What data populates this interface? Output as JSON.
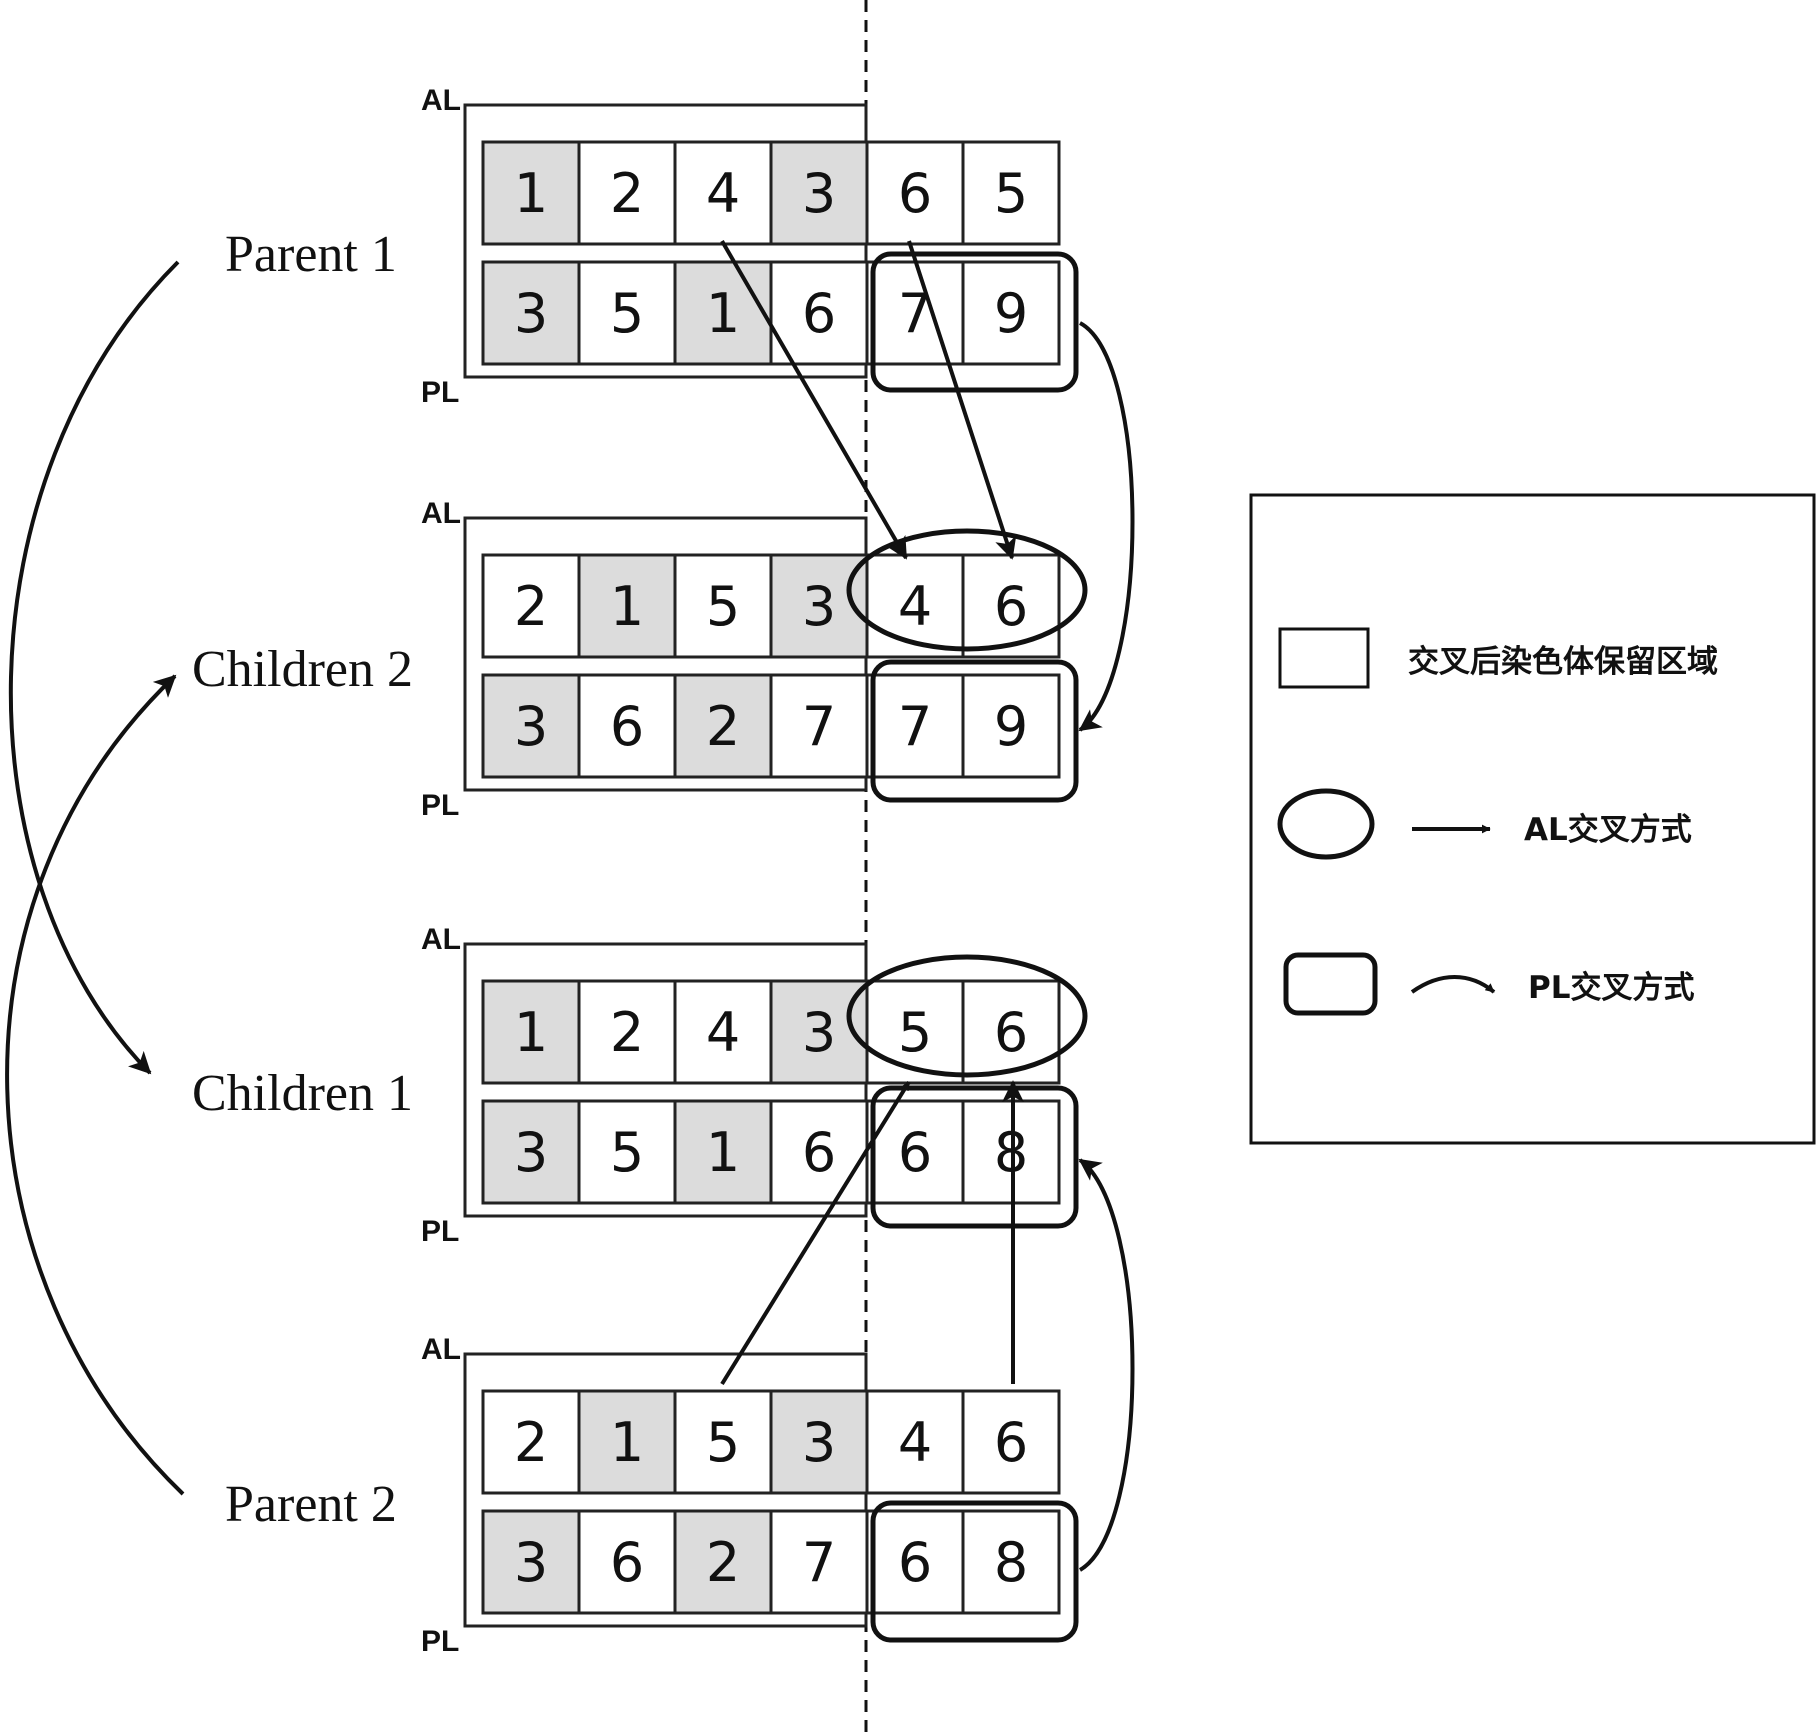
{
  "groups": [
    {
      "id": "parent-1",
      "label": "Parent 1",
      "al_label": "AL",
      "pl_label": "PL",
      "al": [
        {
          "v": "1",
          "shaded": true
        },
        {
          "v": "2",
          "shaded": false
        },
        {
          "v": "4",
          "shaded": false
        },
        {
          "v": "3",
          "shaded": true
        },
        {
          "v": "6",
          "shaded": false
        },
        {
          "v": "5",
          "shaded": false
        }
      ],
      "pl": [
        {
          "v": "3",
          "shaded": true
        },
        {
          "v": "5",
          "shaded": false
        },
        {
          "v": "1",
          "shaded": true
        },
        {
          "v": "6",
          "shaded": false
        },
        {
          "v": "7",
          "shaded": false
        },
        {
          "v": "9",
          "shaded": false
        }
      ]
    },
    {
      "id": "children-2",
      "label": "Children 2",
      "al_label": "AL",
      "pl_label": "PL",
      "al": [
        {
          "v": "2",
          "shaded": false
        },
        {
          "v": "1",
          "shaded": true
        },
        {
          "v": "5",
          "shaded": false
        },
        {
          "v": "3",
          "shaded": true
        },
        {
          "v": "4",
          "shaded": false
        },
        {
          "v": "6",
          "shaded": false
        }
      ],
      "pl": [
        {
          "v": "3",
          "shaded": true
        },
        {
          "v": "6",
          "shaded": false
        },
        {
          "v": "2",
          "shaded": true
        },
        {
          "v": "7",
          "shaded": false
        },
        {
          "v": "7",
          "shaded": false
        },
        {
          "v": "9",
          "shaded": false
        }
      ]
    },
    {
      "id": "children-1",
      "label": "Children 1",
      "al_label": "AL",
      "pl_label": "PL",
      "al": [
        {
          "v": "1",
          "shaded": true
        },
        {
          "v": "2",
          "shaded": false
        },
        {
          "v": "4",
          "shaded": false
        },
        {
          "v": "3",
          "shaded": true
        },
        {
          "v": "5",
          "shaded": false
        },
        {
          "v": "6",
          "shaded": false
        }
      ],
      "pl": [
        {
          "v": "3",
          "shaded": true
        },
        {
          "v": "5",
          "shaded": false
        },
        {
          "v": "1",
          "shaded": true
        },
        {
          "v": "6",
          "shaded": false
        },
        {
          "v": "6",
          "shaded": false
        },
        {
          "v": "8",
          "shaded": false
        }
      ]
    },
    {
      "id": "parent-2",
      "label": "Parent 2",
      "al_label": "AL",
      "pl_label": "PL",
      "al": [
        {
          "v": "2",
          "shaded": false
        },
        {
          "v": "1",
          "shaded": true
        },
        {
          "v": "5",
          "shaded": false
        },
        {
          "v": "3",
          "shaded": true
        },
        {
          "v": "4",
          "shaded": false
        },
        {
          "v": "6",
          "shaded": false
        }
      ],
      "pl": [
        {
          "v": "3",
          "shaded": true
        },
        {
          "v": "6",
          "shaded": false
        },
        {
          "v": "2",
          "shaded": true
        },
        {
          "v": "7",
          "shaded": false
        },
        {
          "v": "6",
          "shaded": false
        },
        {
          "v": "8",
          "shaded": false
        }
      ]
    }
  ],
  "legend": {
    "retained_region": "交叉后染色体保留区域",
    "al_crossover": "AL交叉方式",
    "pl_crossover": "PL交叉方式"
  },
  "colors": {
    "shaded_cell": "#dcdcdc",
    "plain_cell": "#ffffff",
    "stroke": "#111111"
  }
}
